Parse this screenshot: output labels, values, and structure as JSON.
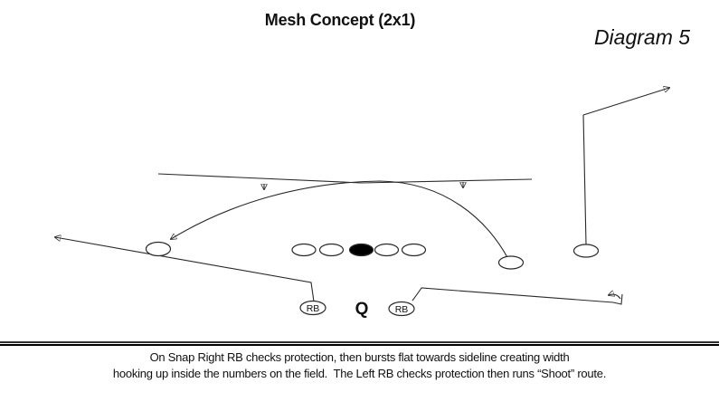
{
  "title": "Mesh Concept (2x1)",
  "diagram_label": "Diagram 5",
  "field": {
    "qb_label": "Q",
    "left_rb_label": "RB",
    "right_rb_label": "RB"
  },
  "caption": {
    "line1": "On Snap Right RB checks protection, then bursts flat towards sideline creating width",
    "line2": "hooking up inside the numbers on the field.  The Left RB checks protection then runs “Shoot” route."
  },
  "colors": {
    "ink": "#111111",
    "line": "#2a2a2a",
    "background": "#ffffff"
  }
}
